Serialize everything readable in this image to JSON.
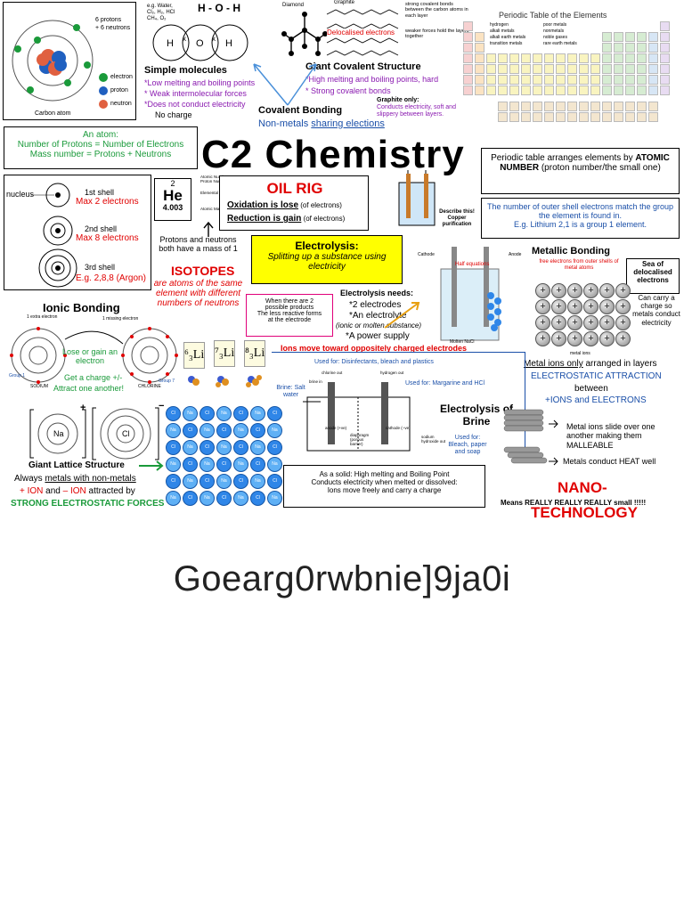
{
  "atom": {
    "legend": [
      "6 protons",
      "+ 6 neutrons"
    ],
    "key": [
      "electron",
      "proton",
      "neutron"
    ],
    "caption": "Carbon atom"
  },
  "simple_molecules": {
    "examples": [
      "e.g. Water,",
      "Cl₂, H₂, HCl",
      "CH₄, O₂"
    ],
    "formula": "H - O - H",
    "title": "Simple  molecules",
    "bullets": [
      "*Low melting and boiling points",
      "* Weak intermolecular forces",
      "*Does not conduct electricity"
    ],
    "no_charge": "No charge"
  },
  "giant_covalent": {
    "diamond": "Diamond",
    "graphite": "Graphite",
    "delocalised": "Delocalised electrons",
    "graphite_note": "strong covalent bonds between the carbon atoms in each layer",
    "graphite_note2": "weaker forces hold the layers together",
    "title": "Giant  Covalent Structure",
    "bullets": [
      "*High melting and boiling points, hard",
      "* Strong covalent bonds"
    ],
    "graphite_only_title": "Graphite only:",
    "graphite_only_text": "Conducts electricity, soft and slippery between layers."
  },
  "covalent": {
    "title": "Covalent Bonding",
    "subtitle_prefix": "Non-metals ",
    "subtitle_underlined": "sharing elections"
  },
  "periodic_table": {
    "title": "Periodic Table of the Elements",
    "legend": [
      "hydrogen",
      "alkali metals",
      "alkali earth metals",
      "transition metals",
      "poor metals",
      "nonmetals",
      "noble gases",
      "rare earth metals"
    ],
    "desc_prefix": "Periodic table arranges elements by ",
    "desc_bold": "ATOMIC NUMBER",
    "desc_suffix": " (proton number/the small one)",
    "outer_shell": "The number of outer shell electrons match the group the element is found in.",
    "example": "E.g. Lithium 2,1 is a group 1 element."
  },
  "atom_box": {
    "title": "An atom:",
    "line1": "Number of Protons = Number of Electrons",
    "line2": "Mass number = Protons + Neutrons"
  },
  "main_title": "C2 Chemistry",
  "shells": {
    "nucleus": "nucleus",
    "first": "1st shell",
    "first_max": "Max 2 electrons",
    "second": "2nd shell",
    "second_max": "Max 8 electrons",
    "third": "3rd shell",
    "third_eg": "E.g. 2,8,8 (Argon)"
  },
  "helium": {
    "mass_number": "2",
    "symbol": "He",
    "mass": "4.003",
    "labels": [
      "Atomic Number or Proton Number(Z)",
      "Elemental Symbol",
      "Atomic Mass in amu"
    ],
    "protons_neutrons": "Protons and neutrons both have a mass of 1"
  },
  "oil_rig": {
    "title": "OIL RIG",
    "line1_bold": "Oxidation is lose",
    "line1_rest": " (of electrons)",
    "line2_bold": "Reduction is gain",
    "line2_rest": " (of electrons)"
  },
  "copper": {
    "label": "Describe this! Copper purification"
  },
  "electrolysis": {
    "title": "Electrolysis:",
    "def": "Splitting up a substance using electricity",
    "half_equations": "Half equations",
    "cathode": "Cathode",
    "anode": "Anode",
    "needs_title": "Electrolysis needs:",
    "needs": [
      "*2 electrodes",
      "*An electrolyte",
      "(ionic or molten substance)",
      "*A power supply"
    ],
    "two_products": [
      "When there are 2",
      "possible products",
      "The less reactive forms",
      "at the electrode"
    ],
    "ions_move": "Ions move toward oppositely charged electrodes",
    "molten": "Molten NaCl"
  },
  "isotopes": {
    "title": "ISOTOPES",
    "def": "are atoms of the same element with different numbers of neutrons",
    "cards": [
      "⁶₃Li",
      "⁷₃Li",
      "⁸₃Li"
    ]
  },
  "ionic": {
    "title": "Ionic Bonding",
    "labels": [
      "1 extra electron",
      "1 missing electron"
    ],
    "na": "SODIUM",
    "cl": "CHLORINE",
    "group1": "Group 1",
    "group7": "Group 7",
    "text": [
      "Lose or gain an electron",
      "Get a charge +/-",
      "Attract one another!"
    ],
    "na_symbol": "Na",
    "cl_symbol": "Cl",
    "plus": "+",
    "minus": "−"
  },
  "lattice": {
    "title": "Giant Lattice Structure",
    "line1_prefix": "Always ",
    "line1_underlined": "metals with non-metals",
    "line2_a": "+ ION",
    "line2_b": " and ",
    "line2_c": "– ION",
    "line2_d": " attracted by",
    "line3": "STRONG ELECTROSTATIC FORCES",
    "ions": [
      "Cl",
      "Na",
      "Cl",
      "Na",
      "Cl",
      "Na",
      "Cl",
      "Na",
      "Cl",
      "Na",
      "Cl",
      "Na",
      "Cl",
      "Na",
      "Cl",
      "Na",
      "Cl",
      "Na",
      "Cl",
      "Na",
      "Cl",
      "Na",
      "Cl",
      "Na",
      "Cl",
      "Na",
      "Cl",
      "Na",
      "Cl",
      "Na",
      "Cl",
      "Na",
      "Cl",
      "Na",
      "Cl",
      "Na",
      "Cl",
      "Na",
      "Cl",
      "Na",
      "Cl",
      "Na",
      "Cl",
      "Na",
      "Cl",
      "Na",
      "Cl",
      "Na",
      "Cl",
      "Na",
      "Cl",
      "Na",
      "Cl",
      "Na",
      "Cl",
      "Na"
    ],
    "solid": [
      "As a solid: High melting and Boiling Point",
      "Conducts electricity when melted or dissolved:",
      "Ions move freely and carry a charge"
    ]
  },
  "brine": {
    "title": "Electrolysis of Brine",
    "uses1": "Used for: Disinfectants, bleach and plastics",
    "uses2": "Used for: Margarine and HCl",
    "uses3": "Used for: Bleach, paper and soap",
    "brine_label": "Brine: Salt water",
    "labels": [
      "brine in",
      "chlorine out",
      "hydrogen out",
      "anode (+ve)",
      "diaphragm (porous barrier)",
      "cathode (−ve)",
      "sodium hydroxide out"
    ]
  },
  "metallic": {
    "title": "Metallic Bonding",
    "free_electrons": "free electrons from outer shells of metal atoms",
    "sea": "Sea of delocalised electrons",
    "carry": "Can carry a charge so metals conduct electricity",
    "metal_ions": "metal ions",
    "layers_underlined": "Metal ions only",
    "layers_rest": " arranged in layers",
    "attraction": "ELECTROSTATIC ATTRACTION",
    "between": "between",
    "ions_and": "+IONS and  ELECTRONS",
    "slide": "Metal ions slide over one another making them MALLEABLE",
    "heat": "Metals conduct HEAT well"
  },
  "nano": {
    "title": "NANO-",
    "title2": "TECHNOLOGY",
    "means": "Means REALLY REALLY REALLY small !!!!!"
  },
  "watermark": "Goearg0rwbnie]9ja0i"
}
